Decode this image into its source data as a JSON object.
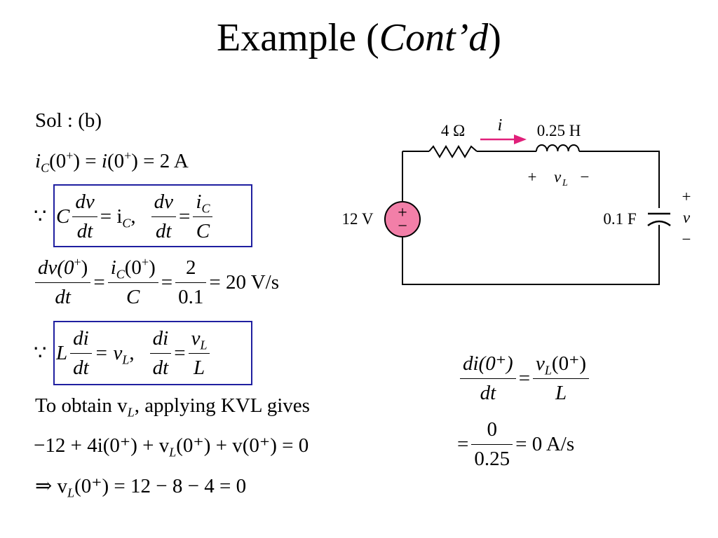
{
  "slide": {
    "title_main": "Example (",
    "title_italic": "Cont’d",
    "title_close": ")"
  },
  "solution": {
    "sol_label": "Sol : (b)",
    "line_ic": {
      "lhs": "i",
      "lhs_sub": "C",
      "mid": "(0",
      "sup": "+",
      "rest": ") = ",
      "i2": "i",
      "mid2": "(0",
      "sup2": "+",
      "rest2": ") = 2 A"
    },
    "box1": {
      "because": "∵",
      "c": "C",
      "dv": "dv",
      "dt": "dt",
      "eq_ic": "= i",
      "ic_sub": "C",
      "comma": ",",
      "eq": "=",
      "ic": "i",
      "ic2_sub": "C",
      "cap_c": "C"
    },
    "line_dv": {
      "num1": "dv(0",
      "sup": "+",
      "num1_close": ")",
      "den1": "dt",
      "num2": "i",
      "num2_sub": "C",
      "num2_rest": "(0",
      "num2_close": ")",
      "den2": "C",
      "num3": "2",
      "den3": "0.1",
      "result": "= 20 V/s"
    },
    "box2": {
      "because": "∵",
      "l": "L",
      "di": "di",
      "dt": "dt",
      "eq_vl": "= v",
      "vl_sub": "L",
      "comma": ",",
      "eq": "=",
      "vl": "v",
      "vl2_sub": "L",
      "cap_l": "L"
    },
    "kvl_text": "To obtain v",
    "kvl_sub": "L",
    "kvl_rest": ", applying KVL gives",
    "kvl_eq": "−12 + 4i(0⁺) + v",
    "kvl_eq_sub": "L",
    "kvl_eq_rest": "(0⁺) + v(0⁺) = 0",
    "final_prefix": "⇒ v",
    "final_sub": "L",
    "final_rest": "(0⁺) = 12 − 8 − 4 = 0"
  },
  "right_eq": {
    "num1": "di(0⁺)",
    "den1": "dt",
    "eq": "=",
    "num2": "v",
    "num2_sub": "L",
    "num2_rest": "(0⁺)",
    "den2": "L",
    "num3": "0",
    "den3": "0.25",
    "result": "= 0 A/s"
  },
  "circuit": {
    "resistor": "4 Ω",
    "current": "i",
    "inductor": "0.25 H",
    "source": "12 V",
    "capacitor": "0.1 F",
    "plus": "+",
    "minus": "−",
    "vl": "v",
    "vl_sub": "L",
    "v": "v",
    "colors": {
      "arrow": "#e0207a",
      "source_fill": "#f27fa8",
      "wire": "#000000"
    }
  }
}
